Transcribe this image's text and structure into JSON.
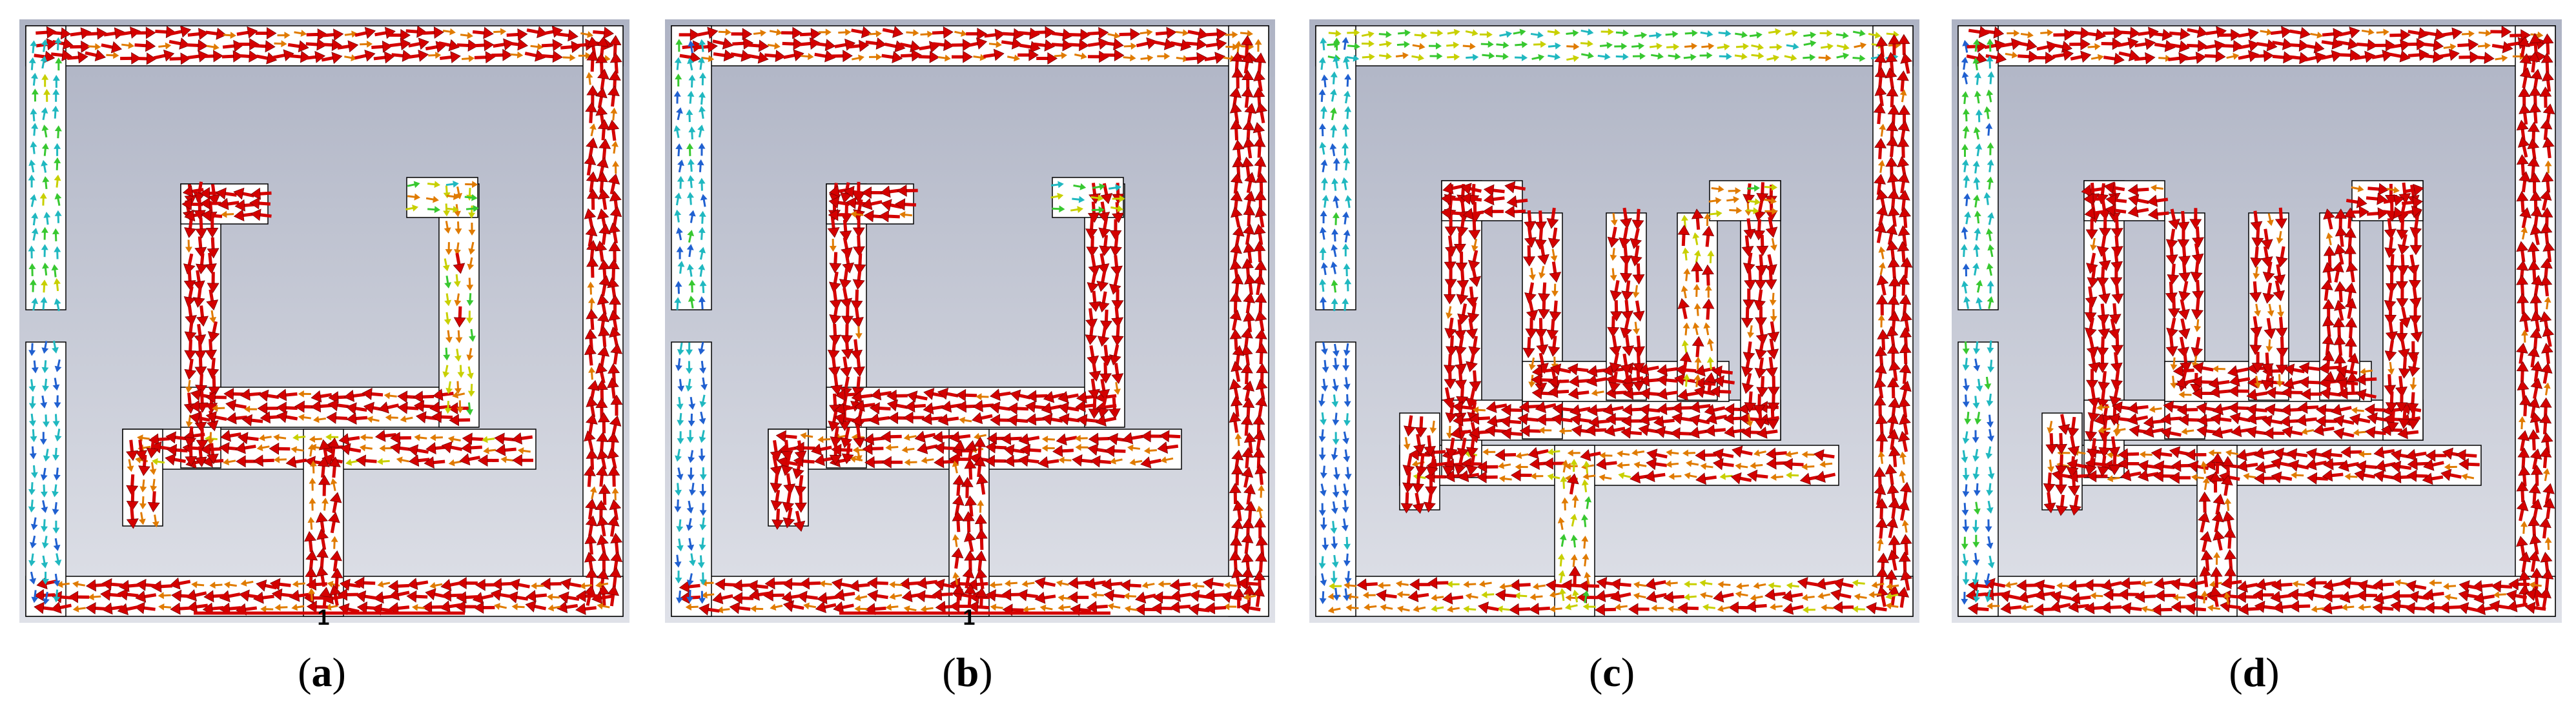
{
  "panels": [
    {
      "id": "a",
      "caption_open": "(",
      "caption_letter": "a",
      "caption_close": ")",
      "port_label": "1",
      "variant": "single"
    },
    {
      "id": "b",
      "caption_open": "(",
      "caption_letter": "b",
      "caption_close": ")",
      "port_label": "1",
      "variant": "single"
    },
    {
      "id": "c",
      "caption_open": "(",
      "caption_letter": "c",
      "caption_close": ")",
      "port_label": "",
      "variant": "meander"
    },
    {
      "id": "d",
      "caption_open": "(",
      "caption_letter": "d",
      "caption_close": ")",
      "port_label": "",
      "variant": "meander"
    }
  ],
  "colors": {
    "background_top": "#aeb3c4",
    "background_bottom": "#dfe1e8",
    "strip": "#ffffff",
    "outline": "#000000",
    "strong": "#d40000",
    "orange": "#e07b00",
    "yellow": "#c8d000",
    "green": "#38c830",
    "cyan": "#20b8c0",
    "blue": "#2060d0"
  }
}
